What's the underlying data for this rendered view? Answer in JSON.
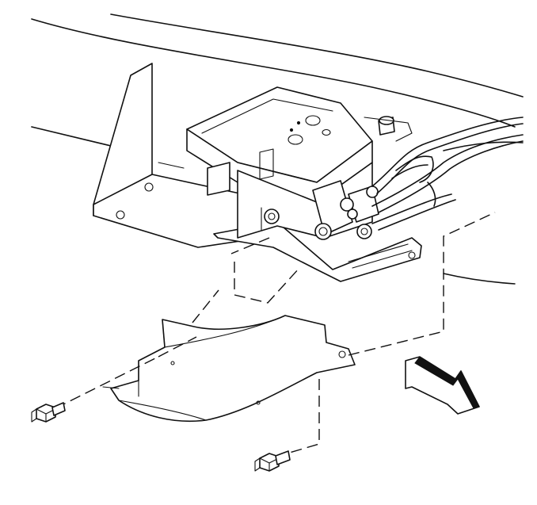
{
  "figure": {
    "description_free": true,
    "parts": [
      {
        "id": "vehicle-body-panel"
      },
      {
        "id": "abs-mounting-bracket"
      },
      {
        "id": "ehcu-modulator-assembly"
      },
      {
        "id": "brake-lines"
      },
      {
        "id": "lower-shield"
      },
      {
        "id": "upper-bolt"
      },
      {
        "id": "lower-bolt"
      },
      {
        "id": "front-direction-arrow"
      }
    ]
  }
}
